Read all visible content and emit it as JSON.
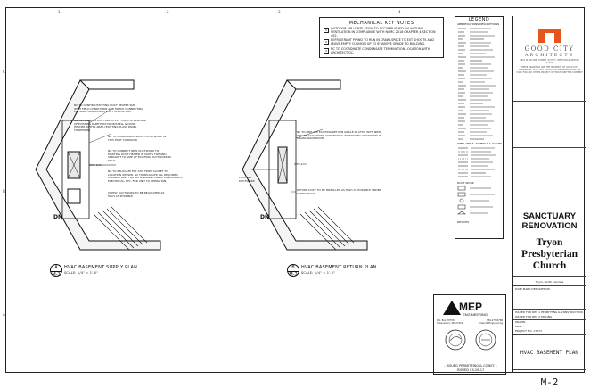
{
  "grid": {
    "top": [
      "1",
      "2",
      "3",
      "4"
    ],
    "left": [
      "C",
      "B",
      "A"
    ]
  },
  "supply_plan": {
    "tag": "A",
    "sheet": "M-2",
    "title": "HVAC BASEMENT SUPPLY PLAN",
    "scale": "SCALE: 1/4\" = 1'-0\"",
    "dn": "DN",
    "notes": [
      "NC TO CONFIRM EXISTING DUCT HEATER SIZE\nWITH FIELD CONDITIONS AND MATCH CONNECTING\nDISTRIBUTION/PLENUM WITH HEATER SIZE",
      "NC TO ADDRESS WITH ARCHITECT FOR THE REMOVAL\nOF EXISTING PARTITION DOOR/SHELL & DOOR\nHEADER IN THIS AREA (EXISTING PLAST PANEL\nTO REMAIN)",
      "NC TO COORDINATE SUPPLY DUCTWORK IN\nTHIS PORT CORRIDOR",
      "NC TO CONNECT NEW DUCTWORK TO\nEXISTING DUCT HEATER IN UNIT'S TOP AND\nSTRAIGHT TO SIZE OF EXISTING DUCTWORK IN\nFIELD.",
      "NC TO RELOCATE EXT AHU FROM CLOSET TO\nLOCATION SHOWN. NC TO RELOCATE ALL REQUIRED\nCONNECTIONS FOR REFRIGERANT LINES, CONDENSATE,\nELECTRICAL, ETC. FOR UNIT TO OPERATION.",
      "SUPPLY DUCTWORK TO BE RELOCATED AS\nHIGH AS POSSIBLE"
    ],
    "equipment": "AHU-1/CU"
  },
  "return_plan": {
    "tag": "B",
    "sheet": "M-2",
    "title": "HVAC BASEMENT RETURN PLAN",
    "scale": "SCALE: 1/4\" = 1'-0\"",
    "dn": "DN",
    "notes": [
      "NC TO REPLACE EXISTING RETURN GRILLE IN ATTIC WITH NEW\nRETURN DUCTWORK CONNECTING TO EXISTING DUCTWORK IN\nCRAWLSPACE ROOM",
      "RETURN DUCT TO BE INSTALLED AS HIGH AS POSSIBLE UNDER\nSUPPLY DUCT"
    ],
    "side_label": "EXISTING\nDUCTWORK",
    "equipment": "AHU-1/CU"
  },
  "keynotes": {
    "title": "MECHANICAL KEY NOTES",
    "items": [
      {
        "n": "1",
        "text": "OUTDOOR AIR VENTILATION TO ACCOMPLISHED VIA NATURAL VENTILATION IN COMPLIANCE WITH NCMC 2018 CHAPTER 4 SECTION 402."
      },
      {
        "n": "2",
        "text": "REFRIGERANT PIPING TO RUN IN CRAWLSPACE TO EXT SHOOTS AND LEAVE EMPTY CUSHION UP TO 6\" ABOVE GRADE TO BUILDING."
      },
      {
        "n": "3",
        "text": "NC TO COORDINATE CONDENSATE TERMINATION LOCATION WITH ARCHITECT/GC."
      }
    ]
  },
  "legend": {
    "title": "LEGEND",
    "subtitle": "ABBREVIATIONS DESCRIPTIONS",
    "lines_title": "PIPE LABELS, SYMBOLS & VALVES",
    "duct_title": "DUCT WORK",
    "other_title": "DEVICES"
  },
  "title_block": {
    "firm_name": "GOOD CITY",
    "firm_sub": "ARCHITECTS",
    "firm_addr": "1801 W SECOND STREET, SUITE F, WINSTON-SALEM NC 27101",
    "firm_note": "THESE DRAWINGS ARE THE PROPERTY OF GOOD CITY ARCHITECTS, PLLC AND ARE NOT TO BE REPRODUCED OR USED FOR ANY OTHER PROJECT WITHOUT WRITTEN CONSENT",
    "project_kind": "SANCTUARY RENOVATION",
    "project_name": "Tryon Presbyterian Church",
    "location": "Tryon, North Carolina",
    "rev_header": "DATE  MARK  DESCRIPTION",
    "issues": [
      "ISSUED FOR   REV 1   PERMITTING & CONSTRUCTION",
      "ISSUED FOR   REV 2   PRICING"
    ],
    "meta": [
      "DRAWN",
      "DATE",
      "PROJECT NO.  17073"
    ],
    "sheet_title": "HVAC BASEMENT PLAN",
    "sheet_number": "M-2"
  },
  "engineer": {
    "name": "MEP",
    "sub": "ENGINEERING",
    "addr": "P.O. Box 23758\nGreensboro, NC 27401",
    "phone": "336.273.8788\nmep-NCEngineering",
    "issued": "- ISSUED PERMITTING & CONST. -\nISSUED 03-26-17"
  },
  "colors": {
    "brand": "#e8541e",
    "line": "#111111"
  }
}
